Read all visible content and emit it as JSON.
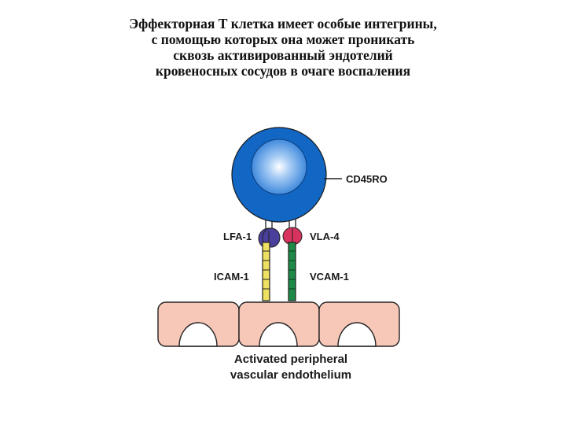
{
  "title": {
    "line1": "Эффекторная Т клетка имеет особые интегрины,",
    "line2": "с помощью которых она может проникать",
    "line3": "сквозь активированный эндотелий",
    "line4": "кровеносных сосудов в очаге воспаления"
  },
  "labels": {
    "cd45ro": "CD45RO",
    "lfa1": "LFA-1",
    "vla4": "VLA-4",
    "icam1": "ICAM-1",
    "vcam1": "VCAM-1",
    "endothelium_line1": "Activated peripheral",
    "endothelium_line2": "vascular endothelium"
  },
  "colors": {
    "cell_membrane": "#1266c4",
    "nucleus": "#6aa8ec",
    "lfa1": "#4a3f9a",
    "vla4": "#d8335e",
    "icam1": "#eee060",
    "vcam1": "#1e8a48",
    "endothelium": "#f7c7b8",
    "endothelium_nucleus": "#ffffff"
  }
}
